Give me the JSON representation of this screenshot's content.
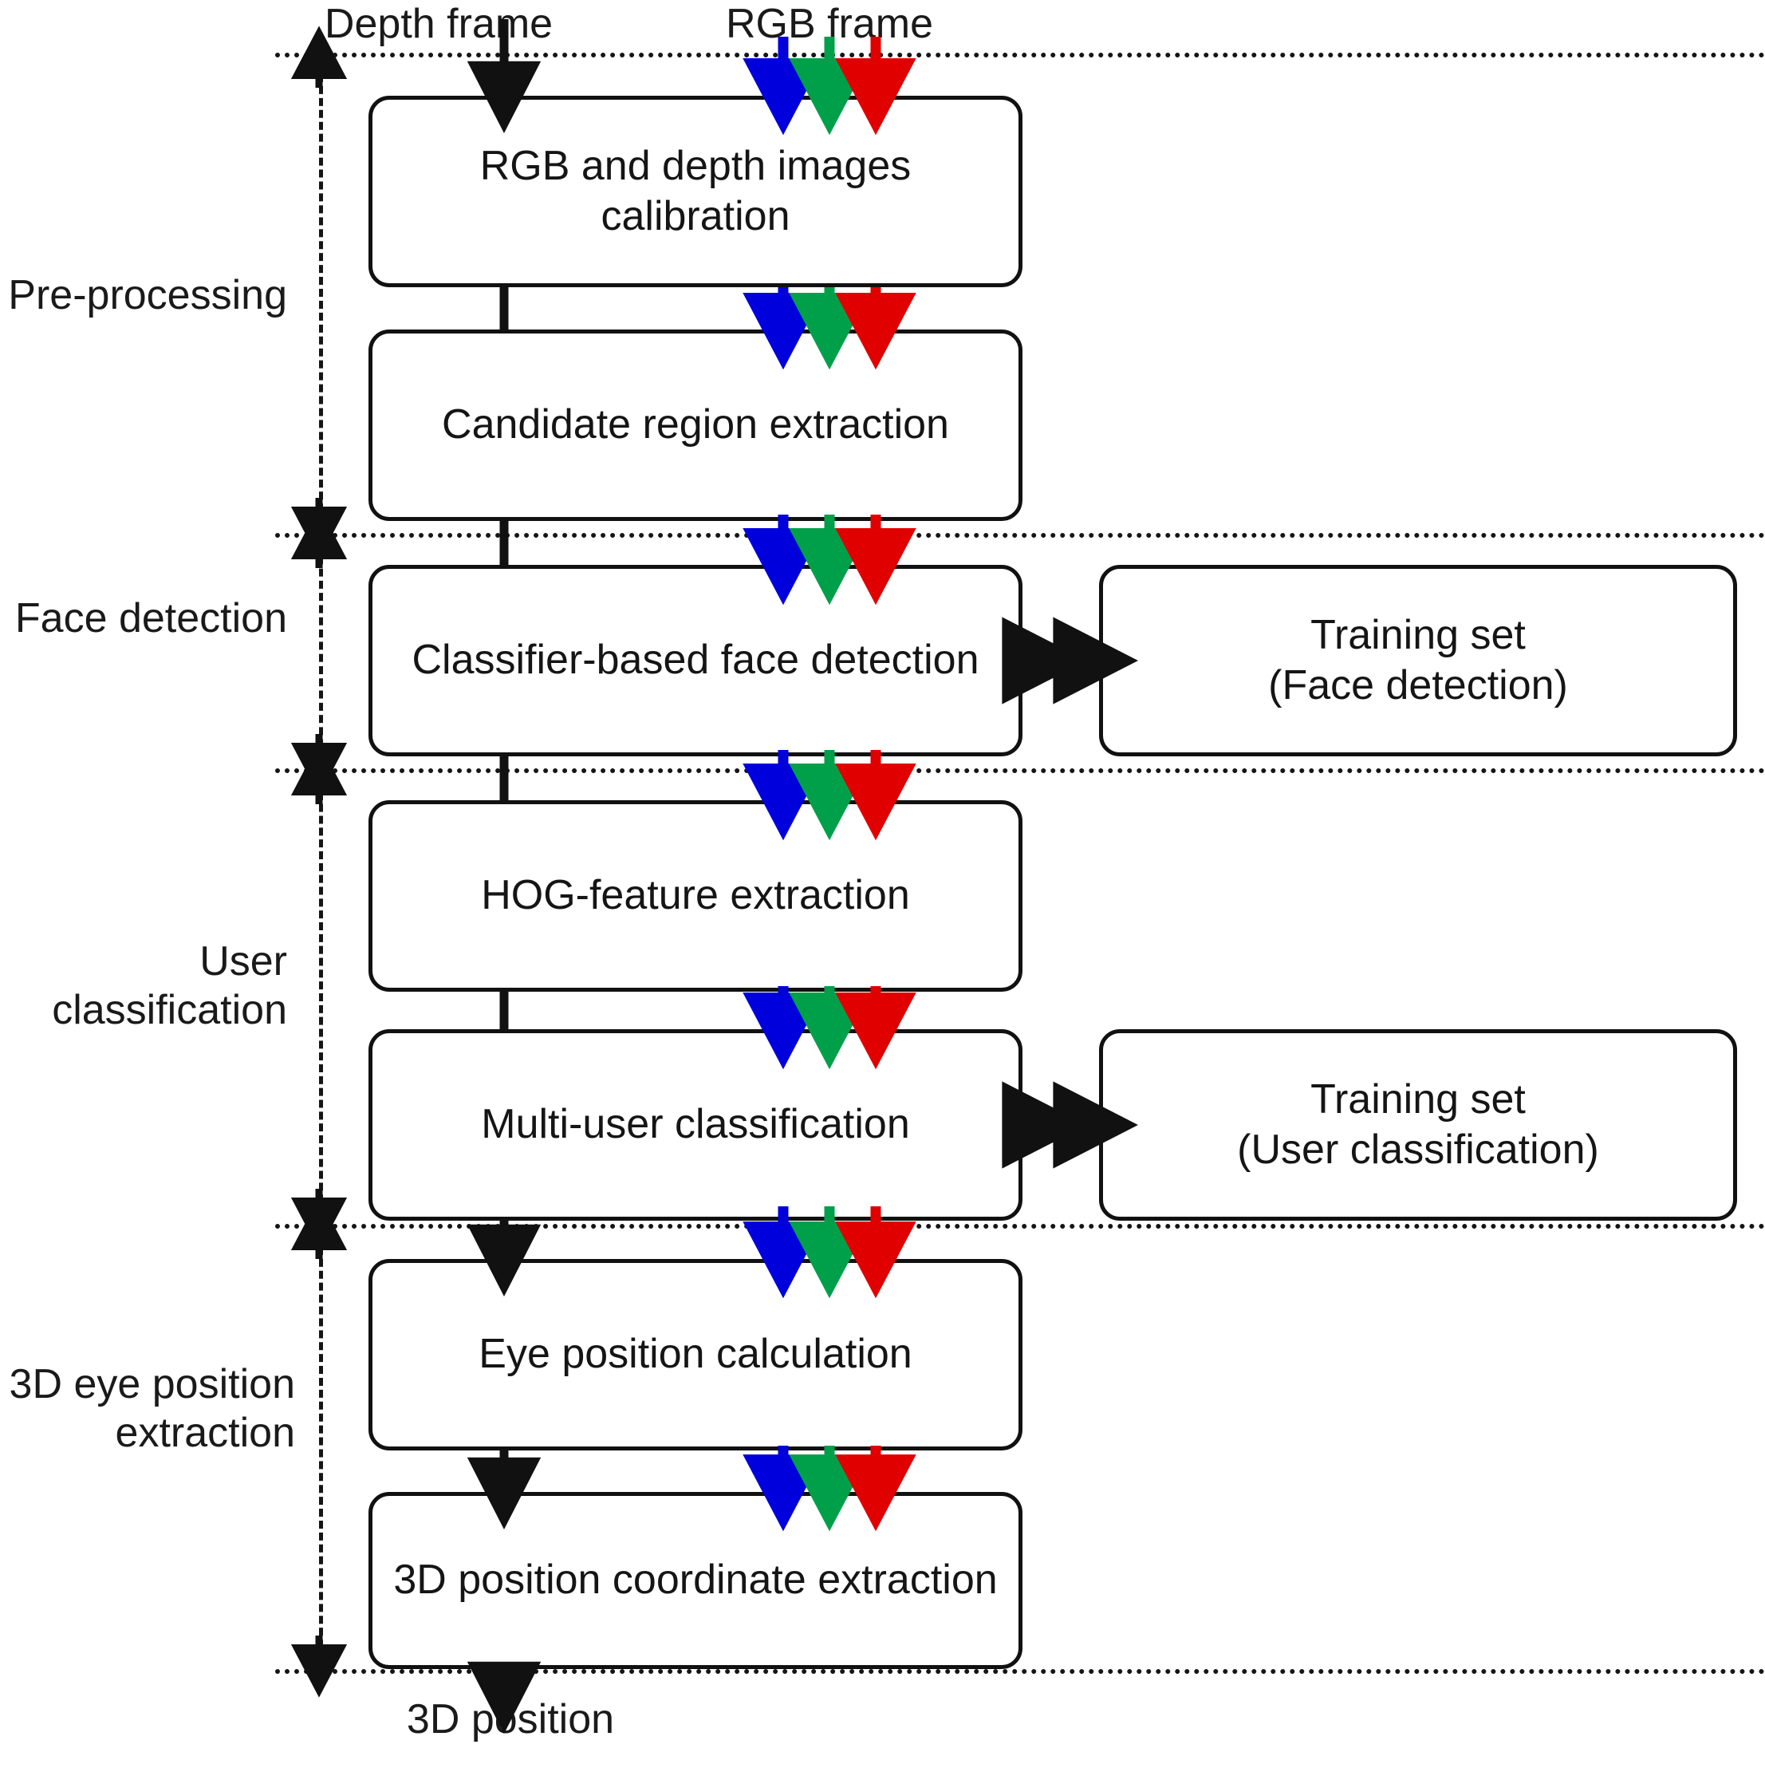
{
  "diagram": {
    "title": "3D eye position extraction pipeline",
    "io_labels": {
      "depth_frame": "Depth frame",
      "rgb_frame": "RGB frame",
      "output": "3D position"
    },
    "stage_labels": [
      {
        "id": "pre-processing",
        "text": "Pre-processing"
      },
      {
        "id": "face-detection",
        "text": "Face detection"
      },
      {
        "id": "user-classification",
        "text": "User\nclassification"
      },
      {
        "id": "3d-eye-position",
        "text": "3D eye position\nextraction"
      }
    ],
    "process_boxes": [
      {
        "id": "rgb-depth-calibration",
        "text": "RGB and depth images\ncalibration"
      },
      {
        "id": "candidate-region",
        "text": "Candidate region extraction"
      },
      {
        "id": "classifier-face-detection",
        "text": "Classifier-based face detection"
      },
      {
        "id": "hog-feature-extraction",
        "text": "HOG-feature extraction"
      },
      {
        "id": "multi-user-classification",
        "text": "Multi-user classification"
      },
      {
        "id": "eye-position-calculation",
        "text": "Eye position calculation"
      },
      {
        "id": "3d-position-coordinate",
        "text": "3D position coordinate extraction"
      }
    ],
    "side_boxes": [
      {
        "id": "training-set-face-detection",
        "text": "Training set\n(Face detection)"
      },
      {
        "id": "training-set-user-classification",
        "text": "Training set\n(User classification)"
      }
    ],
    "stream_colors": {
      "depth": "#111111",
      "blue": "#0000DD",
      "green": "#00A04A",
      "red": "#E00000"
    }
  }
}
